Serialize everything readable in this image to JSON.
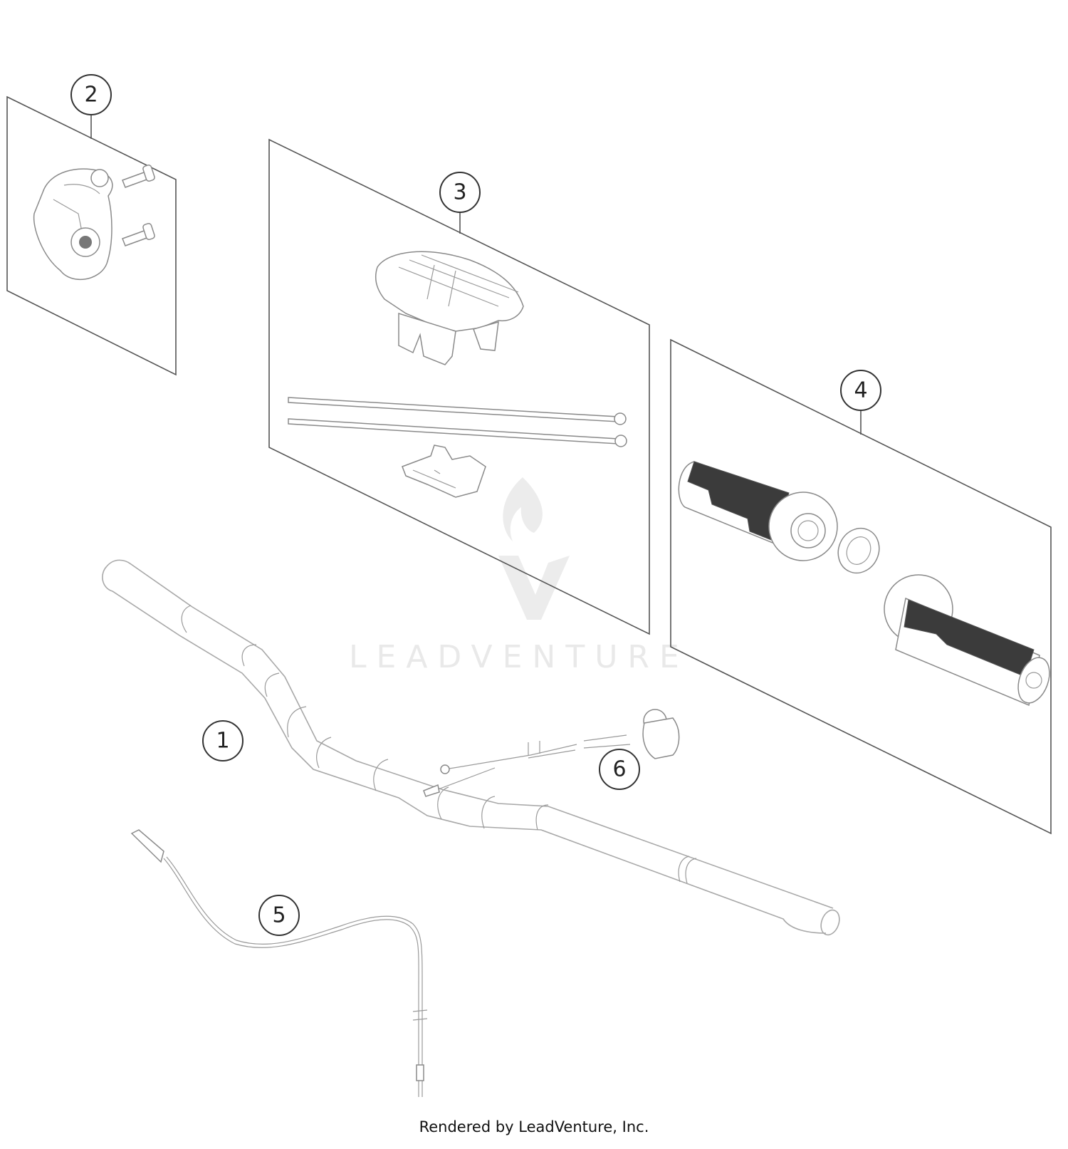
{
  "diagram": {
    "type": "exploded-parts-diagram",
    "subject": "Handlebar assembly",
    "callouts": [
      {
        "id": "1",
        "label": "1",
        "part": "handlebar"
      },
      {
        "id": "2",
        "label": "2",
        "part": "throttle housing with two bolts"
      },
      {
        "id": "3",
        "label": "3",
        "part": "handlebar clamp cover kit with two cable ties and bracket"
      },
      {
        "id": "4",
        "label": "4",
        "part": "grip set with throttle tube and cam"
      },
      {
        "id": "5",
        "label": "5",
        "part": "throttle cable"
      },
      {
        "id": "6",
        "label": "6",
        "part": "kill switch with wiring"
      }
    ]
  },
  "watermark": {
    "text": "LEADVENTURE",
    "logo_icon": "flame-v-logo-icon"
  },
  "footer": {
    "rendered_by": "Rendered by LeadVenture, Inc."
  },
  "colors": {
    "background": "#ffffff",
    "line": "#555555",
    "part_stroke": "#8a8a8a",
    "grip_rubber": "#3b3b3b",
    "watermark": "#e9e9e9"
  }
}
